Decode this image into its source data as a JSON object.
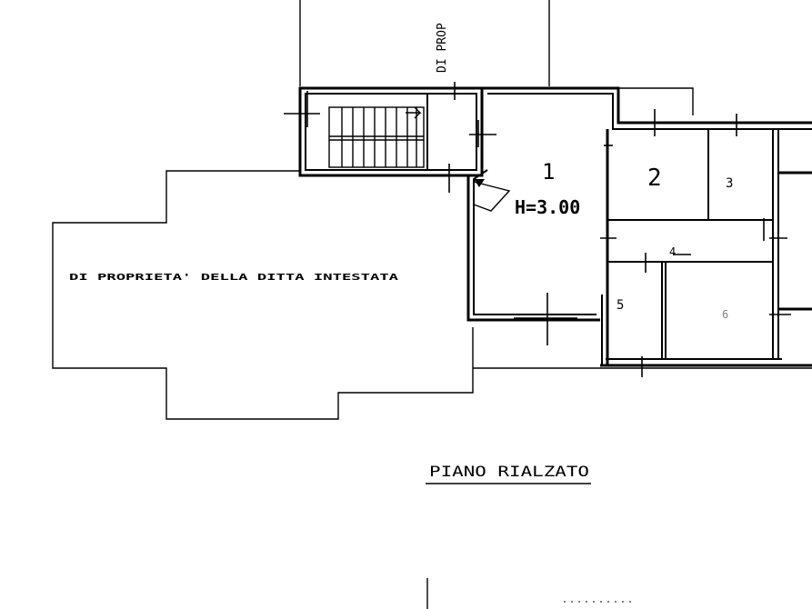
{
  "plan": {
    "neighbor_label": "DI PROP",
    "terrace_label": "DI PROPRIETA' DELLA DITTA INTESTATA",
    "ceiling_height": "H=3.00",
    "floor_title": "PIANO RIALZATO",
    "rooms": [
      "1",
      "2",
      "3",
      "4",
      "5",
      "6"
    ]
  }
}
